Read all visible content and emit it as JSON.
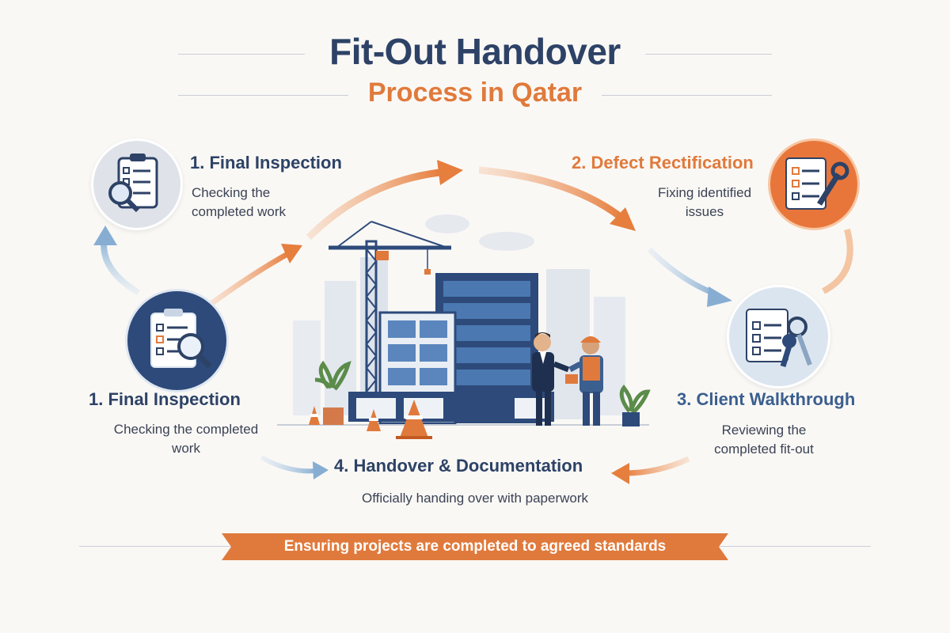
{
  "header": {
    "title_line1": "Fit-Out Handover",
    "title_line2": "Process in Qatar"
  },
  "steps": [
    {
      "title": "1. Final Inspection",
      "description": "Checking the\ncompleted work",
      "icon": "clipboard-magnifier-icon"
    },
    {
      "title": "2. Defect Rectification",
      "description": "Fixing identified\nissues",
      "icon": "checklist-wrench-icon"
    },
    {
      "title": "1. Final Inspection",
      "description": "Checking the completed\nwork",
      "icon": "clipboard-magnifier-icon"
    },
    {
      "title": "3. Client Walkthrough",
      "description": "Reviewing the\ncompleted fit-out",
      "icon": "checklist-keys-icon"
    },
    {
      "title": "4. Handover & Documentation",
      "description": "Officially handing over with paperwork",
      "icon": ""
    }
  ],
  "banner": {
    "text": "Ensuring projects are completed to agreed standards"
  },
  "colors": {
    "navy": "#2d4266",
    "orange": "#e07a3c",
    "light_blue": "#8fb4d6",
    "background": "#faf8f5"
  }
}
